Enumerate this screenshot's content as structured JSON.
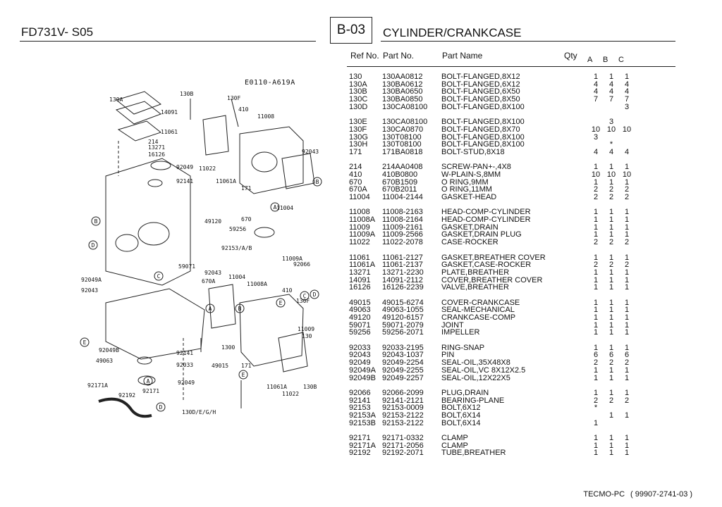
{
  "header": {
    "model": "FD731V- S05",
    "section": "B-03",
    "title": "CYLINDER/CRANKCASE",
    "col_ref": "Ref No.",
    "col_part": "Part No.",
    "col_name": "Part Name",
    "col_qty": "Qty",
    "col_a": "A",
    "col_b": "B",
    "col_c": "C"
  },
  "diagram": {
    "code": "E0110-A619A",
    "labels": [
      "130A",
      "130B",
      "130F",
      "14091",
      "410",
      "11008",
      "11061",
      "214",
      "13271",
      "16126",
      "92043",
      "92049",
      "11022",
      "92141",
      "11061A",
      "171",
      "11004",
      "49120",
      "670",
      "59256",
      "92153/A/B",
      "11009A",
      "92066",
      "59071",
      "92043",
      "670A",
      "11004",
      "11008A",
      "92049A",
      "410",
      "130F",
      "92043",
      "11009",
      "130",
      "92049B",
      "92141",
      "1300",
      "49063",
      "92033",
      "49015",
      "171",
      "92049",
      "92171A",
      "92192",
      "92171",
      "130D/E/G/H",
      "11061A",
      "130B",
      "11022"
    ],
    "callouts": [
      "B",
      "B",
      "D",
      "D",
      "C",
      "A",
      "E",
      "A",
      "B",
      "E",
      "A",
      "E",
      "C",
      "D"
    ]
  },
  "groups": [
    [
      {
        "ref": "130",
        "part_no": "130AA0812",
        "name": "BOLT-FLANGED,8X12",
        "a": "1",
        "b": "1",
        "c": "1"
      },
      {
        "ref": "130A",
        "part_no": "130BA0612",
        "name": "BOLT-FLANGED,6X12",
        "a": "4",
        "b": "4",
        "c": "4"
      },
      {
        "ref": "130B",
        "part_no": "130BA0650",
        "name": "BOLT-FLANGED,6X50",
        "a": "4",
        "b": "4",
        "c": "4"
      },
      {
        "ref": "130C",
        "part_no": "130BA0850",
        "name": "BOLT-FLANGED,8X50",
        "a": "7",
        "b": "7",
        "c": "7"
      },
      {
        "ref": "130D",
        "part_no": "130CA08100",
        "name": "BOLT-FLANGED,8X100",
        "a": "",
        "b": "",
        "c": "3"
      }
    ],
    [
      {
        "ref": "130E",
        "part_no": "130CA08100",
        "name": "BOLT-FLANGED,8X100",
        "a": "",
        "b": "3",
        "c": ""
      },
      {
        "ref": "130F",
        "part_no": "130CA0870",
        "name": "BOLT-FLANGED,8X70",
        "a": "10",
        "b": "10",
        "c": "10"
      },
      {
        "ref": "130G",
        "part_no": "130T08100",
        "name": "BOLT-FLANGED,8X100",
        "a": "3",
        "b": "",
        "c": ""
      },
      {
        "ref": "130H",
        "part_no": "130T08100",
        "name": "BOLT-FLANGED,8X100",
        "a": "",
        "b": "*",
        "c": ""
      },
      {
        "ref": "171",
        "part_no": "171BA0818",
        "name": "BOLT-STUD,8X18",
        "a": "4",
        "b": "4",
        "c": "4"
      }
    ],
    [
      {
        "ref": "214",
        "part_no": "214AA0408",
        "name": "SCREW-PAN+-,4X8",
        "a": "1",
        "b": "1",
        "c": "1"
      },
      {
        "ref": "410",
        "part_no": "410B0800",
        "name": "W-PLAIN-S,8MM",
        "a": "10",
        "b": "10",
        "c": "10"
      },
      {
        "ref": "670",
        "part_no": "670B1509",
        "name": "O RING,9MM",
        "a": "1",
        "b": "1",
        "c": "1"
      },
      {
        "ref": "670A",
        "part_no": "670B2011",
        "name": "O RING,11MM",
        "a": "2",
        "b": "2",
        "c": "2"
      },
      {
        "ref": "11004",
        "part_no": "11004-2144",
        "name": "GASKET-HEAD",
        "a": "2",
        "b": "2",
        "c": "2"
      }
    ],
    [
      {
        "ref": "11008",
        "part_no": "11008-2163",
        "name": "HEAD-COMP-CYLINDER",
        "a": "1",
        "b": "1",
        "c": "1"
      },
      {
        "ref": "11008A",
        "part_no": "11008-2164",
        "name": "HEAD-COMP-CYLINDER",
        "a": "1",
        "b": "1",
        "c": "1"
      },
      {
        "ref": "11009",
        "part_no": "11009-2161",
        "name": "GASKET,DRAIN",
        "a": "1",
        "b": "1",
        "c": "1"
      },
      {
        "ref": "11009A",
        "part_no": "11009-2566",
        "name": "GASKET,DRAIN PLUG",
        "a": "1",
        "b": "1",
        "c": "1"
      },
      {
        "ref": "11022",
        "part_no": "11022-2078",
        "name": "CASE-ROCKER",
        "a": "2",
        "b": "2",
        "c": "2"
      }
    ],
    [
      {
        "ref": "11061",
        "part_no": "11061-2127",
        "name": "GASKET,BREATHER COVER",
        "a": "1",
        "b": "1",
        "c": "1"
      },
      {
        "ref": "11061A",
        "part_no": "11061-2137",
        "name": "GASKET,CASE-ROCKER",
        "a": "2",
        "b": "2",
        "c": "2"
      },
      {
        "ref": "13271",
        "part_no": "13271-2230",
        "name": "PLATE,BREATHER",
        "a": "1",
        "b": "1",
        "c": "1"
      },
      {
        "ref": "14091",
        "part_no": "14091-2112",
        "name": "COVER,BREATHER COVER",
        "a": "1",
        "b": "1",
        "c": "1"
      },
      {
        "ref": "16126",
        "part_no": "16126-2239",
        "name": "VALVE,BREATHER",
        "a": "1",
        "b": "1",
        "c": "1"
      }
    ],
    [
      {
        "ref": "49015",
        "part_no": "49015-6274",
        "name": "COVER-CRANKCASE",
        "a": "1",
        "b": "1",
        "c": "1"
      },
      {
        "ref": "49063",
        "part_no": "49063-1055",
        "name": "SEAL-MECHANICAL",
        "a": "1",
        "b": "1",
        "c": "1"
      },
      {
        "ref": "49120",
        "part_no": "49120-6157",
        "name": "CRANKCASE-COMP",
        "a": "1",
        "b": "1",
        "c": "1"
      },
      {
        "ref": "59071",
        "part_no": "59071-2079",
        "name": "JOINT",
        "a": "1",
        "b": "1",
        "c": "1"
      },
      {
        "ref": "59256",
        "part_no": "59256-2071",
        "name": "IMPELLER",
        "a": "1",
        "b": "1",
        "c": "1"
      }
    ],
    [
      {
        "ref": "92033",
        "part_no": "92033-2195",
        "name": "RING-SNAP",
        "a": "1",
        "b": "1",
        "c": "1"
      },
      {
        "ref": "92043",
        "part_no": "92043-1037",
        "name": "PIN",
        "a": "6",
        "b": "6",
        "c": "6"
      },
      {
        "ref": "92049",
        "part_no": "92049-2254",
        "name": "SEAL-OIL,35X48X8",
        "a": "2",
        "b": "2",
        "c": "2"
      },
      {
        "ref": "92049A",
        "part_no": "92049-2255",
        "name": "SEAL-OIL,VC 8X12X2.5",
        "a": "1",
        "b": "1",
        "c": "1"
      },
      {
        "ref": "92049B",
        "part_no": "92049-2257",
        "name": "SEAL-OIL,12X22X5",
        "a": "1",
        "b": "1",
        "c": "1"
      }
    ],
    [
      {
        "ref": "92066",
        "part_no": "92066-2099",
        "name": "PLUG,DRAIN",
        "a": "1",
        "b": "1",
        "c": "1"
      },
      {
        "ref": "92141",
        "part_no": "92141-2121",
        "name": "BEARING-PLANE",
        "a": "2",
        "b": "2",
        "c": "2"
      },
      {
        "ref": "92153",
        "part_no": "92153-0009",
        "name": "BOLT,6X12",
        "a": "*",
        "b": "",
        "c": ""
      },
      {
        "ref": "92153A",
        "part_no": "92153-2122",
        "name": "BOLT,6X14",
        "a": "",
        "b": "1",
        "c": "1"
      },
      {
        "ref": "92153B",
        "part_no": "92153-2122",
        "name": "BOLT,6X14",
        "a": "1",
        "b": "",
        "c": ""
      }
    ],
    [
      {
        "ref": "92171",
        "part_no": "92171-0332",
        "name": "CLAMP",
        "a": "1",
        "b": "1",
        "c": "1"
      },
      {
        "ref": "92171A",
        "part_no": "92171-2056",
        "name": "CLAMP",
        "a": "1",
        "b": "1",
        "c": "1"
      },
      {
        "ref": "92192",
        "part_no": "92192-2071",
        "name": "TUBE,BREATHER",
        "a": "1",
        "b": "1",
        "c": "1"
      }
    ]
  ],
  "footer": {
    "brand": "TECMO-PC",
    "open": "(",
    "code": "99907-2741-03",
    "close": ")"
  }
}
